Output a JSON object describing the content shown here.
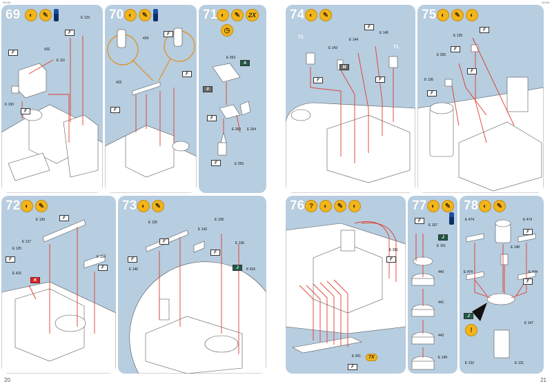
{
  "sheets": {
    "left": {
      "code": "05158",
      "page": "20"
    },
    "right": {
      "code": "05158",
      "page": "21"
    }
  },
  "colors": {
    "panel": "#b7cde0",
    "accent": "#f2b51b",
    "arrow": "#e03a2a"
  },
  "icons": {
    "glue": "glue-icon",
    "decal": "decal-icon",
    "paint": "paint-icon",
    "clock": "clock-icon",
    "question": "question-icon"
  },
  "steps": {
    "s69": {
      "num": "69",
      "labels": [
        "E 123",
        "E 111",
        "432",
        "K 100"
      ]
    },
    "s70": {
      "num": "70",
      "labels": [
        "434",
        "433"
      ]
    },
    "s71": {
      "num": "71",
      "badge": "2X",
      "labels": [
        "E 263",
        "A",
        "0",
        "E 260",
        "E 264",
        "E 259"
      ]
    },
    "s72": {
      "num": "72",
      "labels": [
        "E 139",
        "E 125",
        "E 127",
        "E 134",
        "E 415",
        "K"
      ]
    },
    "s73": {
      "num": "73",
      "labels": [
        "E 135",
        "E 142",
        "E 128",
        "E 136",
        "E 146",
        "K 416",
        "J"
      ]
    },
    "s74": {
      "num": "74",
      "side": "71",
      "labels": [
        "E 143",
        "E 144",
        "E 145",
        "M"
      ]
    },
    "s75": {
      "num": "75",
      "labels": [
        "E 136",
        "E 256",
        "E 136"
      ]
    },
    "s76": {
      "num": "76",
      "badge": "7X",
      "labels": [
        "E 381",
        "E 301"
      ]
    },
    "s77": {
      "num": "77",
      "labels": [
        "E 167",
        "E 151",
        "440",
        "441",
        "442",
        "E 149"
      ]
    },
    "s78": {
      "num": "78",
      "labels": [
        "E 474",
        "E 474",
        "E 148",
        "E 474",
        "E 474",
        "E 147",
        "E 131",
        "E 132"
      ]
    }
  }
}
